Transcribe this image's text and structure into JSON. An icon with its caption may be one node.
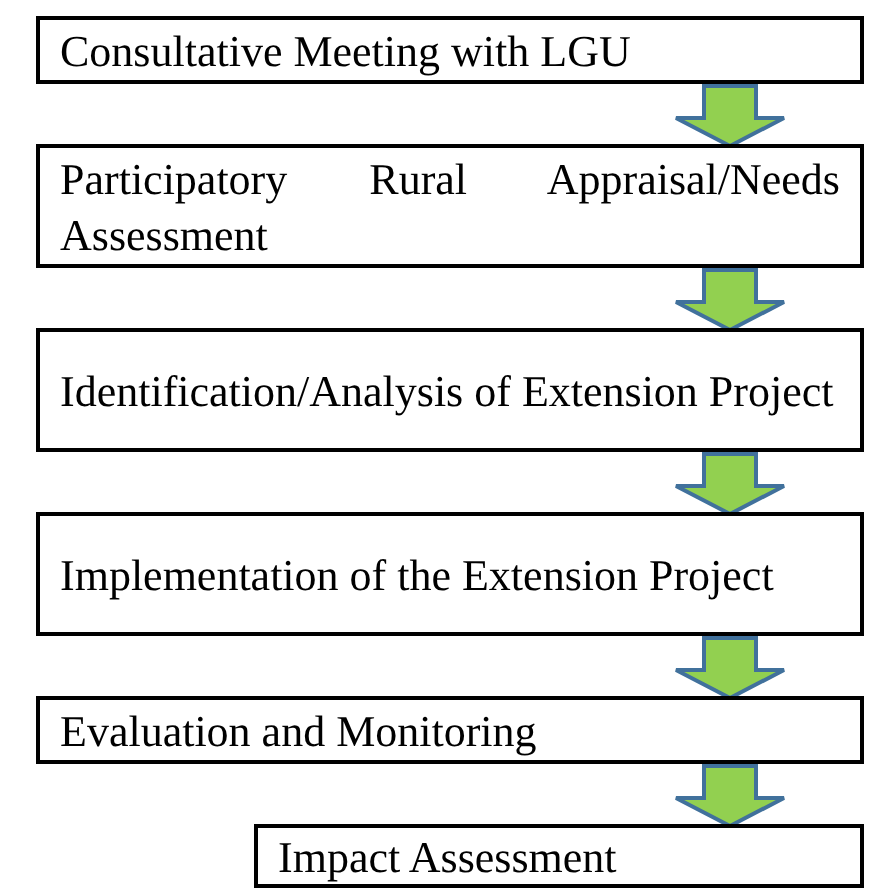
{
  "diagram": {
    "nodes": [
      {
        "text": [
          "Consultative Meeting with LGU"
        ]
      },
      {
        "text": [
          "Participatory Rural Appraisal/Needs Assessment"
        ]
      },
      {
        "text": [
          "Identification/Analysis of Extension Project"
        ]
      },
      {
        "text": [
          "Implementation of the Extension Project"
        ]
      },
      {
        "text": [
          "Evaluation and Monitoring"
        ]
      },
      {
        "text": [
          "Impact Assessment"
        ]
      }
    ],
    "edges": [
      {
        "from": 0,
        "to": 1,
        "arrow": "to"
      },
      {
        "from": 1,
        "to": 2,
        "arrow": "to"
      },
      {
        "from": 2,
        "to": 3,
        "arrow": "to"
      },
      {
        "from": 3,
        "to": 4,
        "arrow": "to"
      },
      {
        "from": 4,
        "to": 5,
        "arrow": "to"
      }
    ]
  }
}
